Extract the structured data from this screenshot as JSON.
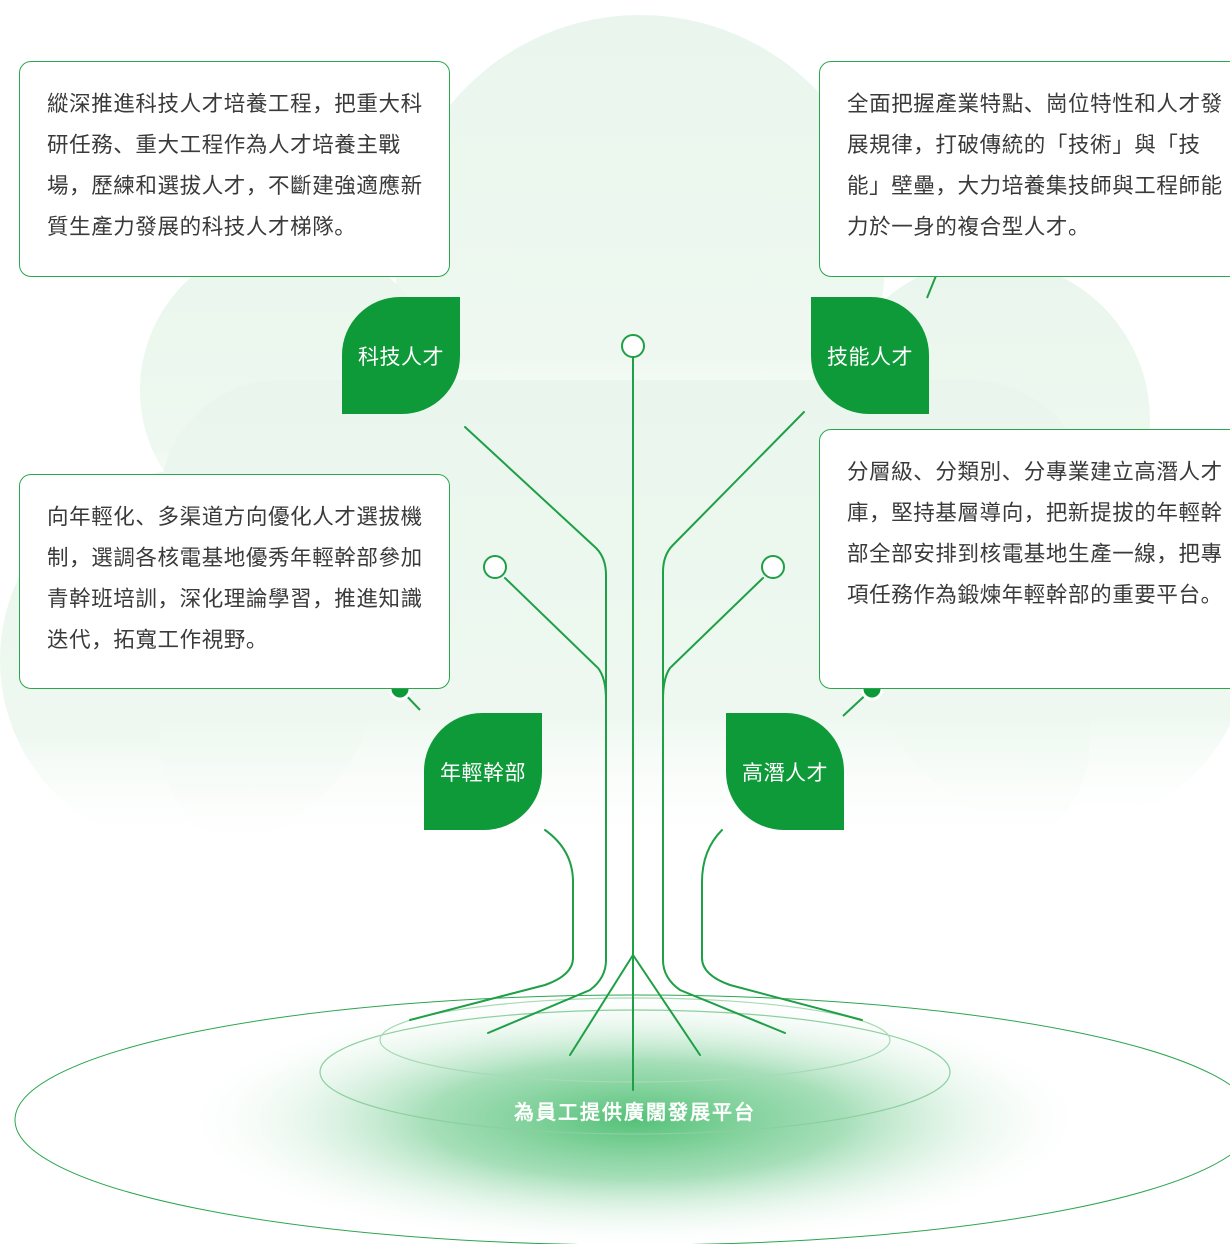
{
  "colors": {
    "accent": "#0f9a3a",
    "line": "#2aa64d",
    "bg_cloud": "#eef8f0",
    "text": "#3a3a3a"
  },
  "cards": {
    "top_left": "縱深推進科技人才培養工程，把重大科研任務、重大工程作為人才培養主戰場，歷練和選拔人才，不斷建強適應新質生產力發展的科技人才梯隊。",
    "top_right": "全面把握產業特點、崗位特性和人才發展規律，打破傳統的「技術」與「技能」壁壘，大力培養集技師與工程師能力於一身的複合型人才。",
    "middle_left": "向年輕化、多渠道方向優化人才選拔機制，選調各核電基地優秀年輕幹部參加青幹班培訓，深化理論學習，推進知識迭代，拓寬工作視野。",
    "middle_right": "分層級、分類別、分專業建立高潛人才庫，堅持基層導向，把新提拔的年輕幹部全部安排到核電基地生產一線，把專項任務作為鍛煉年輕幹部的重要平台。"
  },
  "leaves": {
    "keji": "科技人才",
    "jineng": "技能人才",
    "nianqing": "年輕幹部",
    "gaoqian": "高潛人才"
  },
  "platform": {
    "label": "為員工提供廣闊發展平台"
  }
}
